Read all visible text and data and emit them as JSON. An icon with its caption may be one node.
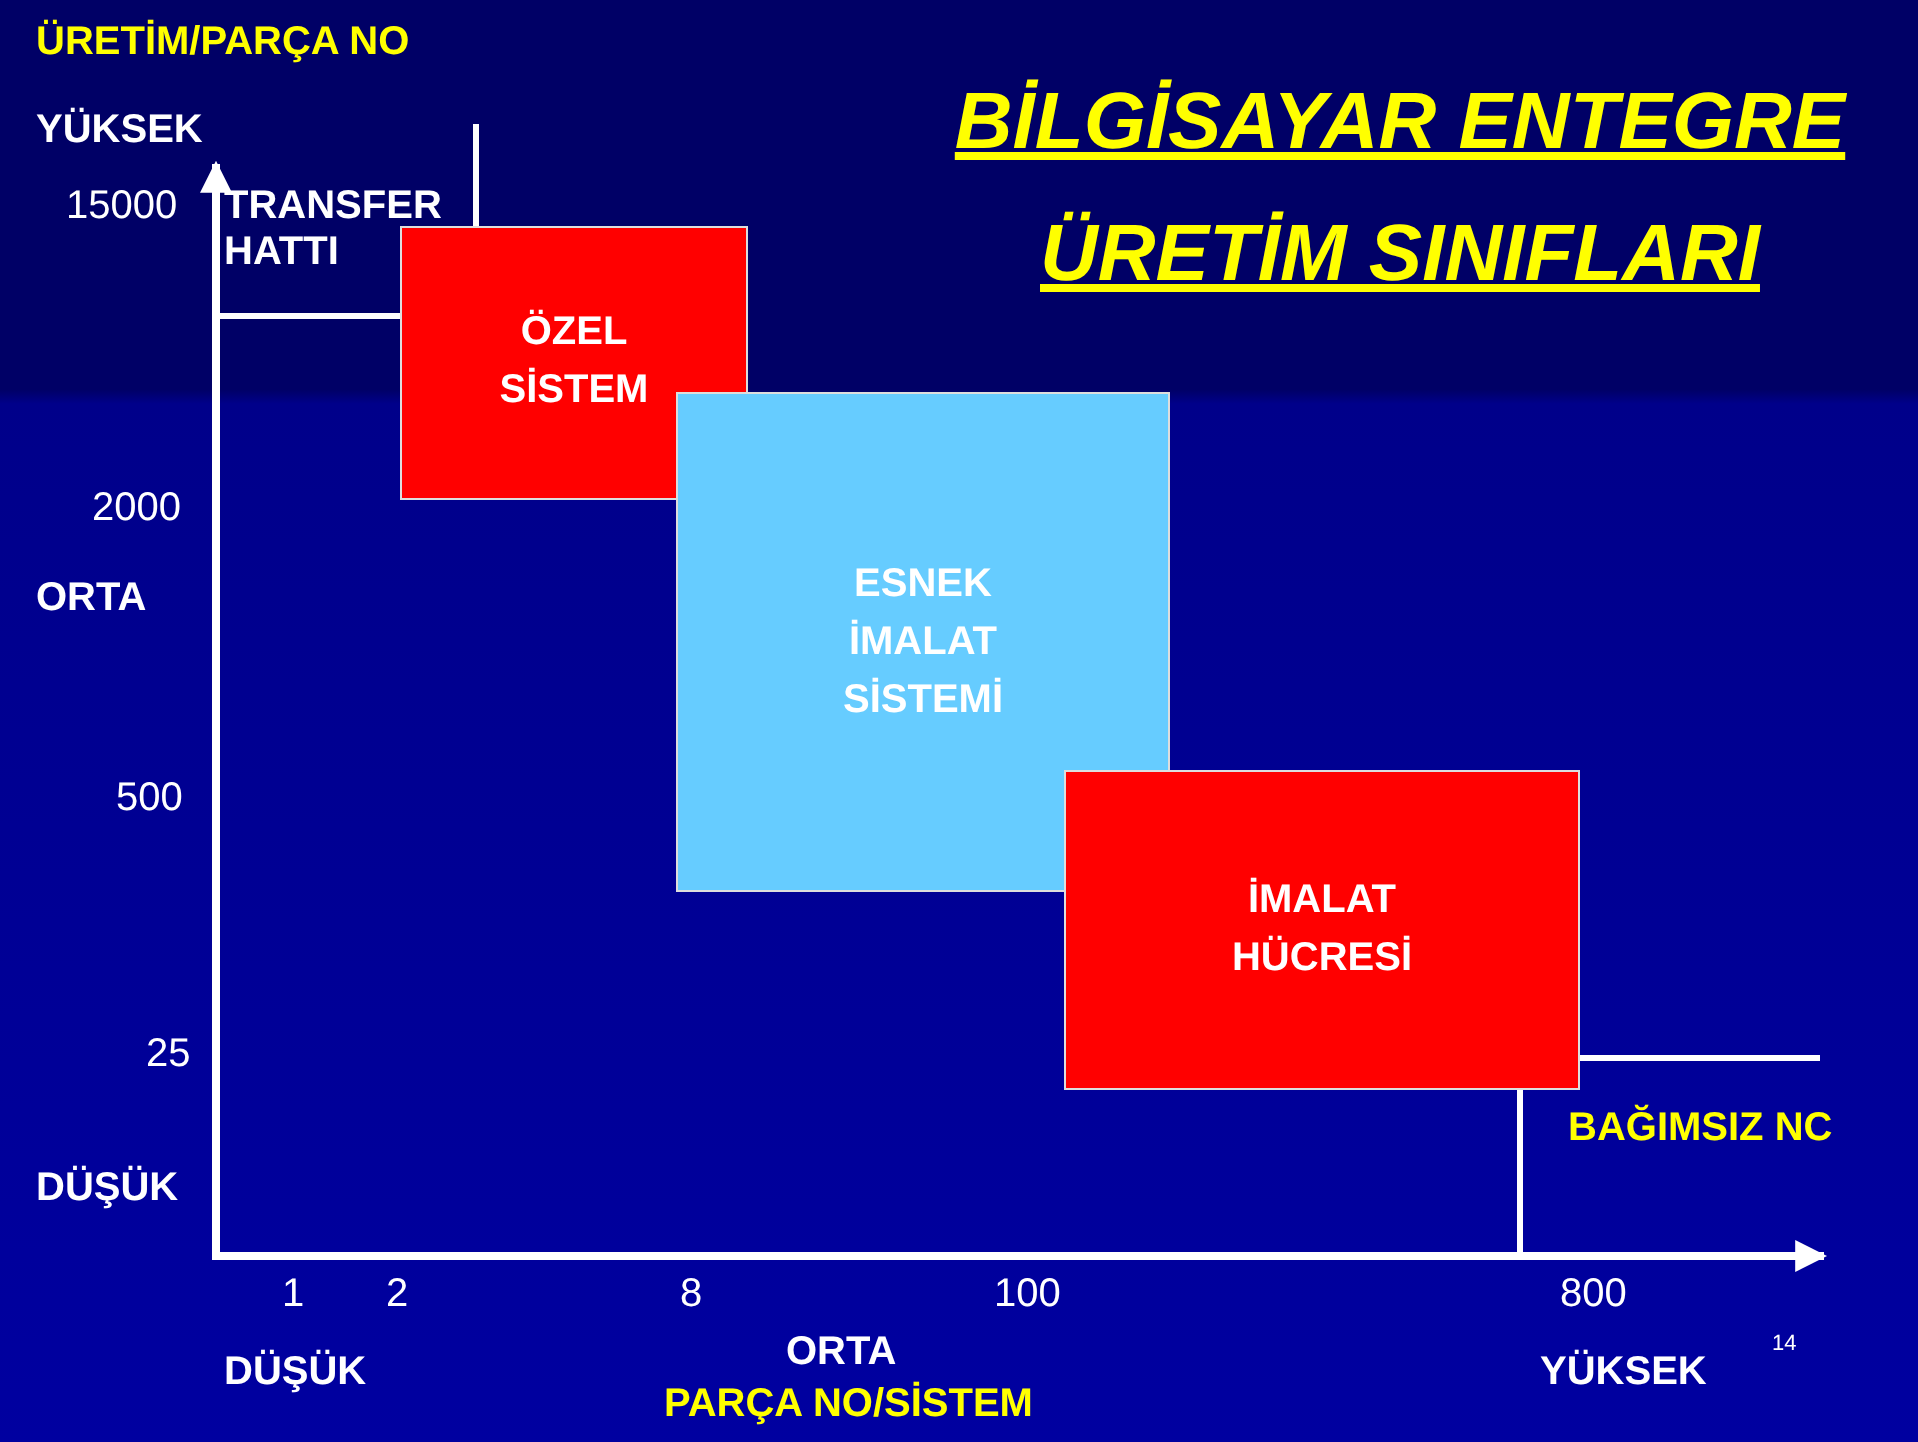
{
  "diagram": {
    "title": "BİLGİSAYAR ENTEGRE ÜRETİM SINIFLARI",
    "nodes": [
      {
        "text": [
          "ÖZEL SİSTEM"
        ]
      },
      {
        "text": [
          "ESNEK İMALAT SİSTEMİ"
        ]
      },
      {
        "text": [
          "İMALAT HÜCRESİ"
        ]
      }
    ],
    "edges": [],
    "labels": [
      "ÜRETİM/PARÇA NO",
      "YÜKSEK",
      "15000",
      "TRANSFER HATTI",
      "2000",
      "ORTA",
      "500",
      "25",
      "DÜŞÜK",
      "BAĞIMSIZ NC",
      "1",
      "2",
      "8",
      "100",
      "800",
      "DÜŞÜK",
      "ORTA",
      "YÜKSEK",
      "14",
      "PARÇA NO/SİSTEM"
    ]
  }
}
